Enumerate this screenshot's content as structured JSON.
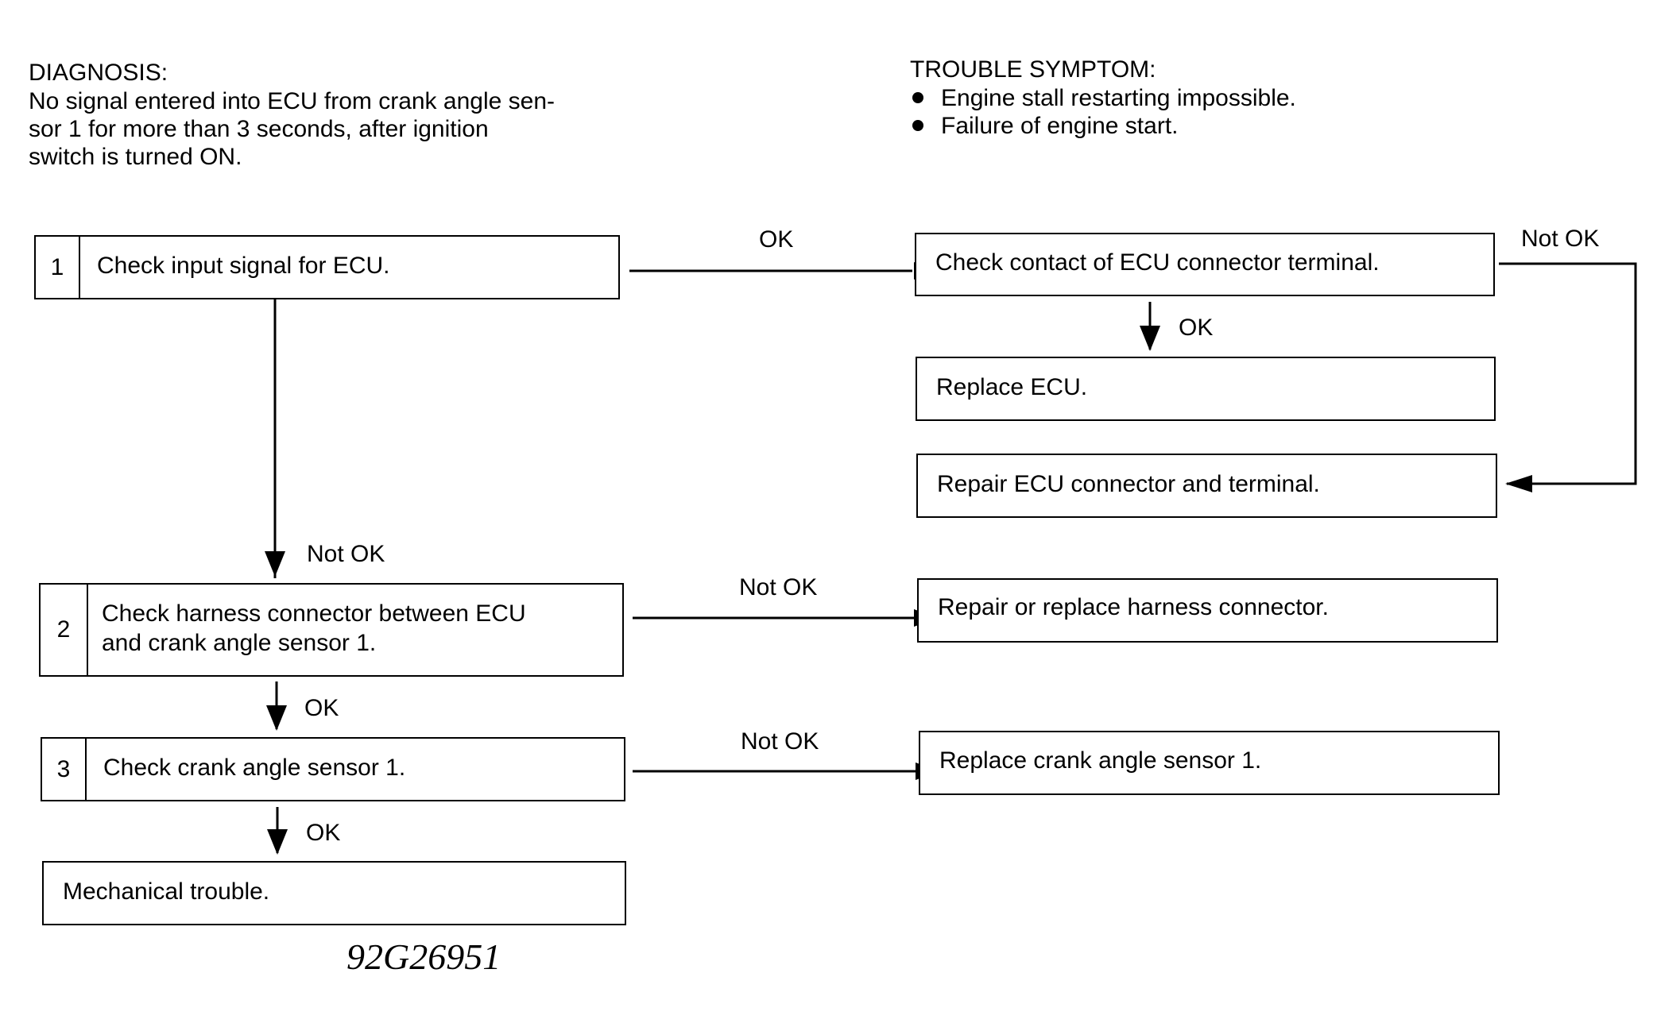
{
  "diagnosis": {
    "heading": "DIAGNOSIS:",
    "lines": [
      "No signal entered into ECU from crank angle sen-",
      "sor 1 for more than 3 seconds, after ignition",
      "switch is turned ON."
    ]
  },
  "trouble_symptom": {
    "heading": "TROUBLE SYMPTOM:",
    "items": [
      "Engine stall restarting impossible.",
      "Failure of engine start."
    ]
  },
  "steps": [
    {
      "number": "1",
      "text": "Check input signal for ECU."
    },
    {
      "number": "2",
      "lines": [
        "Check harness connector between ECU",
        "and crank angle sensor 1."
      ]
    },
    {
      "number": "3",
      "text": "Check crank angle sensor 1."
    }
  ],
  "outcomes": {
    "check_contact": "Check contact of ECU connector terminal.",
    "replace_ecu": "Replace ECU.",
    "repair_connector": "Repair ECU connector and terminal.",
    "repair_harness": "Repair or replace harness connector.",
    "replace_sensor": "Replace crank angle sensor 1.",
    "mechanical": "Mechanical trouble."
  },
  "edge_labels": {
    "step1_ok": "OK",
    "step1_not_ok": "Not OK",
    "contact_ok": "OK",
    "contact_not_ok": "Not OK",
    "step2_not_ok": "Not OK",
    "step2_ok": "OK",
    "step3_not_ok": "Not OK",
    "step3_ok": "OK"
  },
  "figure_id": "92G26951"
}
